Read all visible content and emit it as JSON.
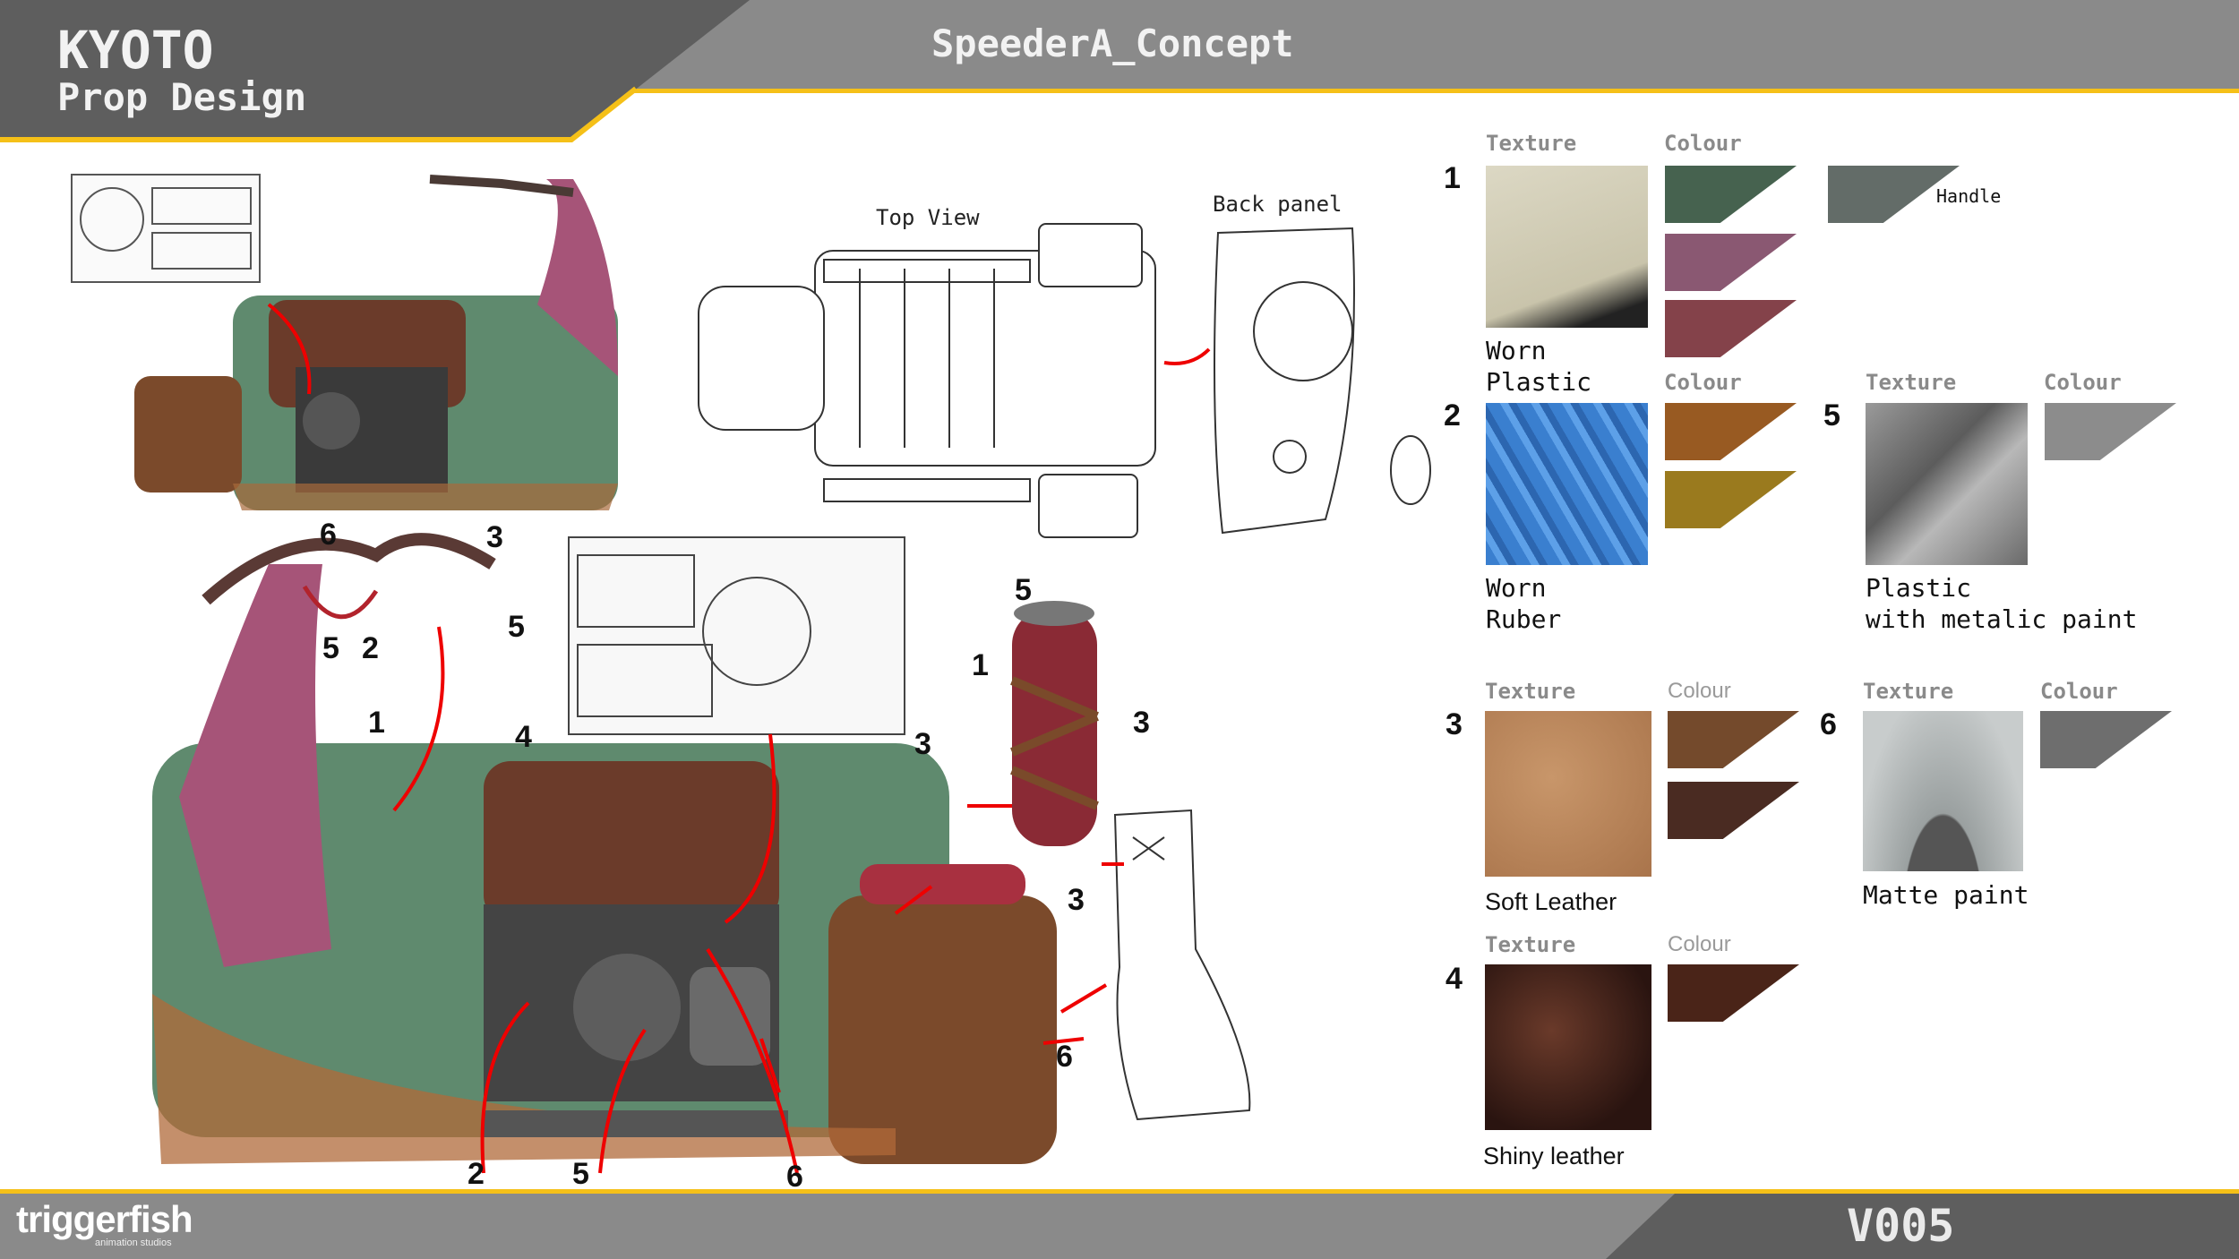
{
  "header": {
    "project": "KYOTO",
    "department": "Prop Design",
    "asset_title": "SpeederA_Concept"
  },
  "footer": {
    "studio_logo": "triggerfish",
    "studio_logo_sub": "animation studios",
    "version": "V005"
  },
  "colors": {
    "header_dark": "#5e5e5e",
    "header_light": "#8a8a8a",
    "accent": "#f5c018"
  },
  "sketch_labels": {
    "top_view": "Top View",
    "back_panel": "Back panel"
  },
  "callouts": [
    "6",
    "3",
    "5",
    "2",
    "5",
    "1",
    "4",
    "5",
    "1",
    "3",
    "3",
    "3",
    "6",
    "2",
    "5",
    "6"
  ],
  "materials": [
    {
      "number": "1",
      "texture_label": "Texture",
      "colour_label": "Colour",
      "name_line1": "Worn",
      "name_line2": "Plastic",
      "swatches": [
        "#46624f",
        "#8a5872",
        "#84424a"
      ],
      "extra_swatch": "#636c68",
      "extra_label": "Handle"
    },
    {
      "number": "2",
      "colour_label": "Colour",
      "name_line1": "Worn",
      "name_line2": "Ruber",
      "swatches": [
        "#985a22",
        "#9a7a1e"
      ]
    },
    {
      "number": "5",
      "texture_label": "Texture",
      "colour_label": "Colour",
      "name_line1": "Plastic",
      "name_line2": "with metalic paint",
      "swatches": [
        "#8c8c8c"
      ]
    },
    {
      "number": "3",
      "texture_label": "Texture",
      "colour_label": "Colour",
      "name": "Soft Leather",
      "swatches": [
        "#744a2c",
        "#4a2b22"
      ]
    },
    {
      "number": "6",
      "texture_label": "Texture",
      "colour_label": "Colour",
      "name": "Matte paint",
      "swatches": [
        "#6e6e6e"
      ]
    },
    {
      "number": "4",
      "texture_label": "Texture",
      "colour_label": "Colour",
      "name": "Shiny leather",
      "swatches": [
        "#4a2418"
      ]
    }
  ]
}
